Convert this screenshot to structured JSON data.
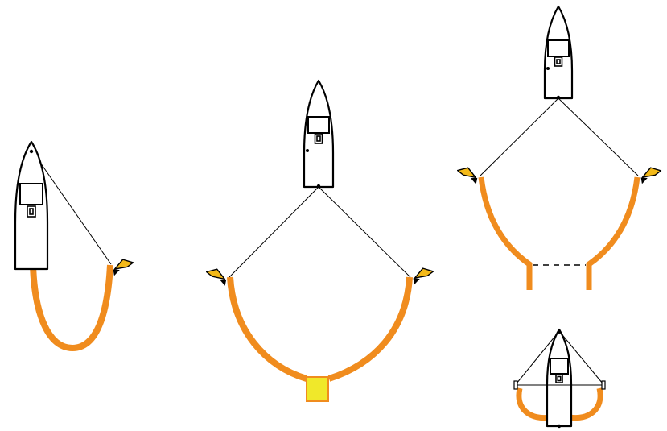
{
  "colors": {
    "boom": "#f08c1e",
    "buoy": "#f0e82a",
    "float": "#f3b918",
    "rope": "#000000"
  },
  "icons": [
    "boat-icon",
    "float-icon",
    "buoy-icon",
    "sweep-boom"
  ],
  "panels": [
    {
      "name": "single-boat-sweep",
      "boats": 1,
      "booms": 1,
      "floats": 1
    },
    {
      "name": "two-arm-sweep-with-collection-buoy",
      "boats": 1,
      "booms": 2,
      "floats": 2,
      "buoys": 1
    },
    {
      "name": "two-arm-sweep-with-gap",
      "boats": 1,
      "booms": 2,
      "floats": 2,
      "gap": "dashed"
    },
    {
      "name": "side-booms-on-boat",
      "boats": 1,
      "booms": 2
    }
  ]
}
